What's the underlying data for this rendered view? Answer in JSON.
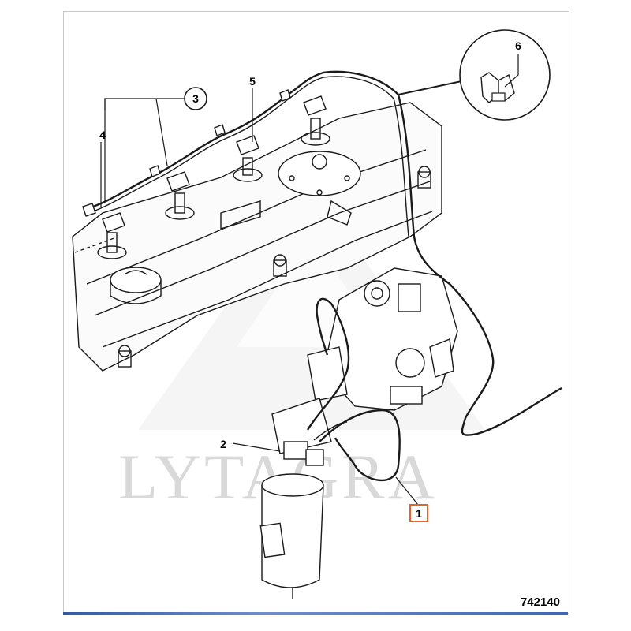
{
  "callouts": [
    {
      "id": "c1",
      "text": "1",
      "highlight": true
    },
    {
      "id": "c2",
      "text": "2"
    },
    {
      "id": "c3",
      "text": "3"
    },
    {
      "id": "c4",
      "text": "4"
    },
    {
      "id": "c5",
      "text": "5"
    },
    {
      "id": "c6",
      "text": "6"
    }
  ],
  "figure_number": "742140",
  "watermark": "LYTAGRA",
  "colors": {
    "line": "#1a1a1a",
    "watermark": "#d9d9d9",
    "highlight_border": "#e8622a",
    "bottom_band": "#2f5aa8"
  }
}
